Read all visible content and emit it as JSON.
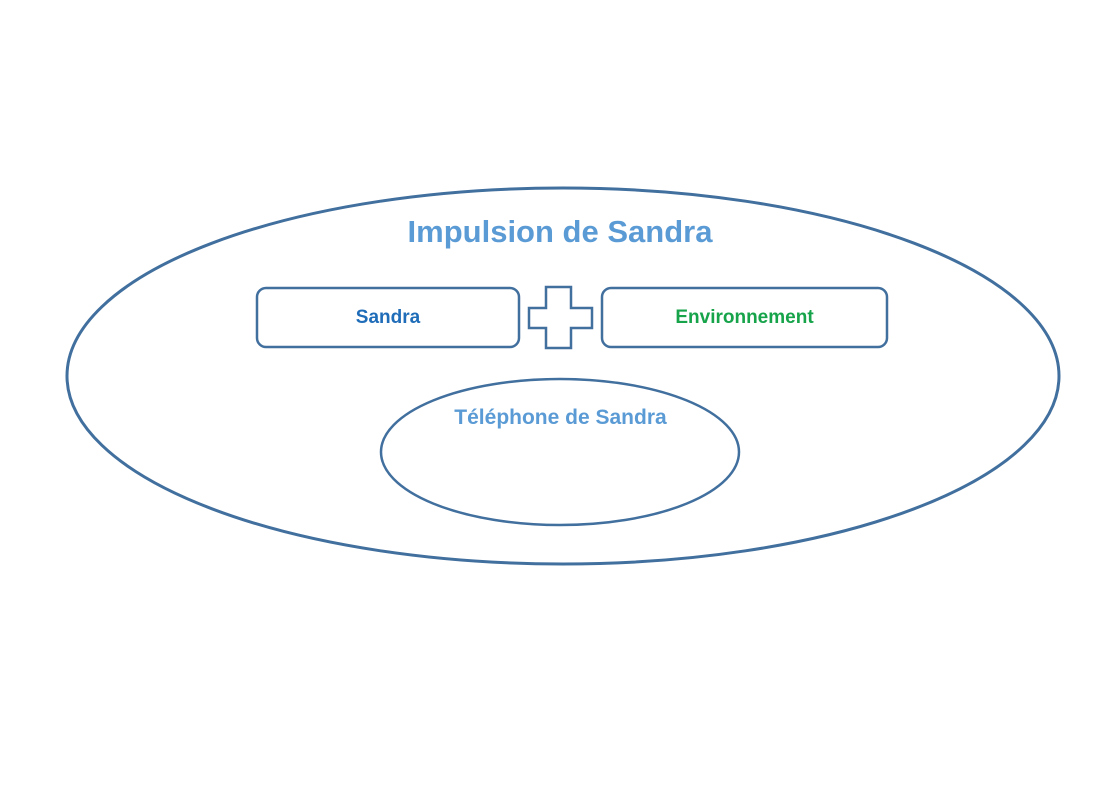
{
  "diagram": {
    "title": "Impulsion de Sandra",
    "left_box": "Sandra",
    "right_box": "Environnement",
    "inner_ellipse": "Téléphone de Sandra"
  },
  "colors": {
    "stroke": "#416f9e",
    "title_text": "#5b9bd5",
    "left_box_text": "#1f6cb8",
    "right_box_text": "#16a34a",
    "inner_text": "#5b9bd5"
  },
  "icons": {
    "operator": "plus-icon"
  }
}
